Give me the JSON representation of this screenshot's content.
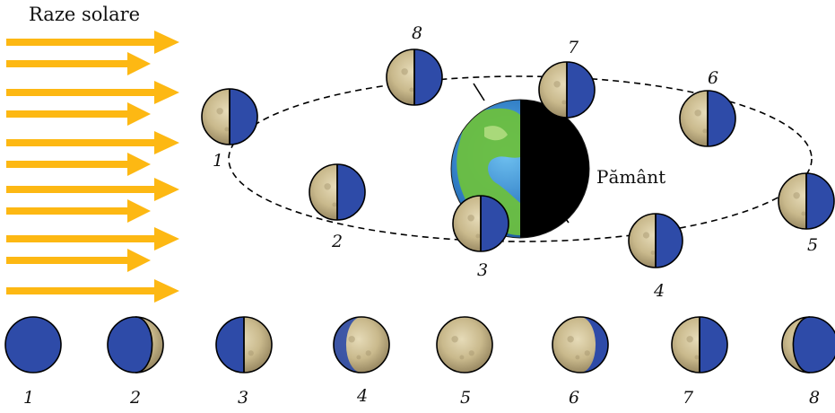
{
  "title": "Raze solare",
  "earth_label": "Pământ",
  "orbit_labels": [
    "1",
    "2",
    "3",
    "4",
    "5",
    "6",
    "7",
    "8"
  ],
  "phase_labels": [
    "1",
    "2",
    "3",
    "4",
    "5",
    "6",
    "7",
    "8"
  ],
  "colors": {
    "sun_arrows": "#FDB813",
    "moon_dark": "#2E4BA8",
    "moon_lit": "#C9B98C",
    "earth_ocean": "#2F7CC4",
    "earth_land": "#6BBF3F",
    "earth_night": "#000000",
    "orbit": "#000000"
  },
  "icons": {
    "sun_arrows": "arrow-right-icon",
    "moon": "moon-icon",
    "earth": "earth-globe-icon"
  }
}
